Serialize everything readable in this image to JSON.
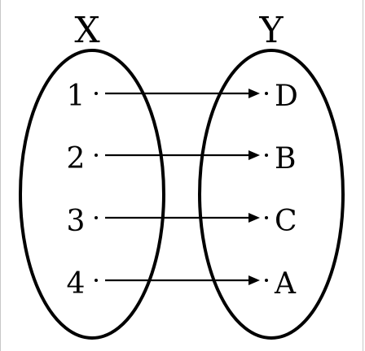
{
  "sets": {
    "domain": {
      "title": "X",
      "elements": [
        "1",
        "2",
        "3",
        "4"
      ]
    },
    "codomain": {
      "title": "Y",
      "elements": [
        "D",
        "B",
        "C",
        "A"
      ]
    }
  },
  "mappings": [
    {
      "from": "1",
      "to": "D"
    },
    {
      "from": "2",
      "to": "B"
    },
    {
      "from": "3",
      "to": "C"
    },
    {
      "from": "4",
      "to": "A"
    }
  ],
  "colors": {
    "stroke": "#000000",
    "background": "#ffffff",
    "frame": "#c8c8c8"
  }
}
